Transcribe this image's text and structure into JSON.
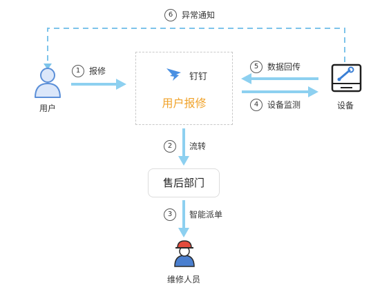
{
  "nodes": {
    "user": "用户",
    "device": "设备",
    "platform_name": "钉钉",
    "platform_sub": "用户报修",
    "after_sales": "售后部门",
    "repair_staff": "维修人员"
  },
  "steps": [
    {
      "num": "1",
      "label": "报修"
    },
    {
      "num": "2",
      "label": "流转"
    },
    {
      "num": "3",
      "label": "智能派单"
    },
    {
      "num": "4",
      "label": "设备监测"
    },
    {
      "num": "5",
      "label": "数据回传"
    },
    {
      "num": "6",
      "label": "异常通知"
    }
  ],
  "colors": {
    "arrow": "#8dd0f0",
    "dashed_arrow": "#7cc3ea",
    "icon_blue": "#5b8fd8",
    "accent_orange": "#f0a229"
  }
}
